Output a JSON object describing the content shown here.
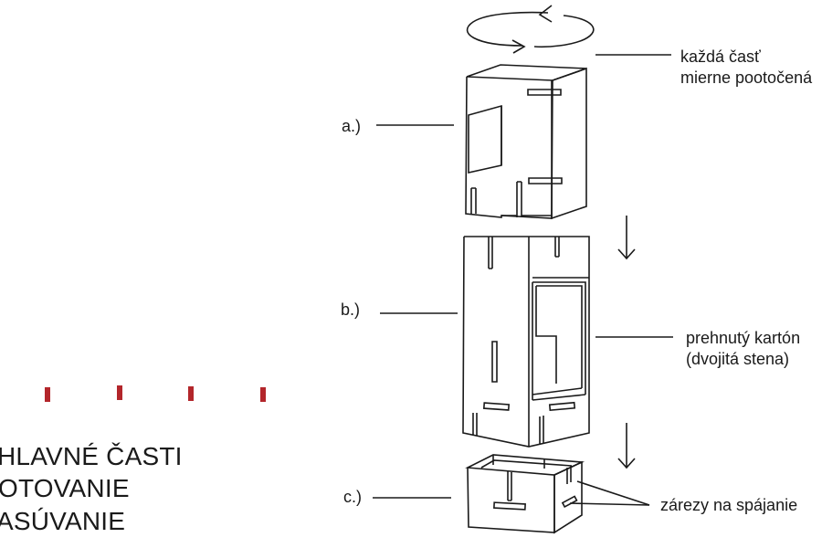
{
  "left_panel": {
    "lines": [
      "HLAVNÉ ČASTI",
      "OTOVANIE",
      "ASÚVANIE"
    ]
  },
  "diagram": {
    "part_labels": {
      "a": "a.)",
      "b": "b.)",
      "c": "c.)"
    },
    "annotations": {
      "rotation_line1": "každá časť",
      "rotation_line2": "mierne pootočená",
      "fold_line1": "prehnutý kartón",
      "fold_line2": "(dvojitá stena)",
      "slots": "zárezy na spájanie"
    },
    "icons": [
      "rotate-arrows-icon",
      "down-arrow-icon"
    ]
  },
  "colors": {
    "accent_red": "#b3262b",
    "line": "#1a1a1a"
  }
}
